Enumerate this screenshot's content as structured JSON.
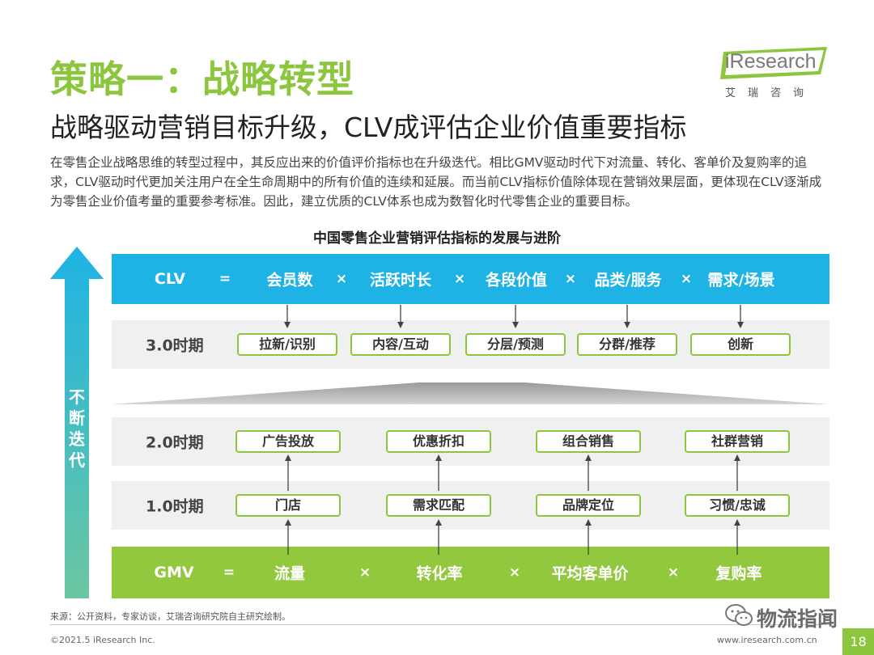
{
  "header": {
    "title": "策略一：战略转型",
    "subtitle": "战略驱动营销目标升级，CLV成评估企业价值重要指标",
    "intro": "在零售企业战略思维的转型过程中，其反应出来的价值评价指标也在升级迭代。相比GMV驱动时代下对流量、转化、客单价及复购率的追求，CLV驱动时代更加关注用户在全生命周期中的所有价值的连续和延展。而当前CLV指标价值除体现在营销效果层面，更体现在CLV逐渐成为零售企业价值考量的重要参考标准。因此，建立优质的CLV体系也成为数智化时代零售企业的重要目标。"
  },
  "logo": {
    "brand": "iResearch",
    "subtitle": "艾瑞咨询",
    "color": "#8cc63f"
  },
  "diagram": {
    "title": "中国零售企业营销评估指标的发展与进阶",
    "arrow_label": "不断迭代",
    "clv": {
      "label": "CLV",
      "equals": "=",
      "times": "×",
      "factors": [
        "会员数",
        "活跃时长",
        "各段价值",
        "品类/服务",
        "需求/场景"
      ],
      "color": "#1eb3e4"
    },
    "period3": {
      "label": "3.0时期",
      "items": [
        "拉新/识别",
        "内容/互动",
        "分层/预测",
        "分群/推荐",
        "创新"
      ]
    },
    "period2": {
      "label": "2.0时期",
      "items": [
        "广告投放",
        "优惠折扣",
        "组合销售",
        "社群营销"
      ]
    },
    "period1": {
      "label": "1.0时期",
      "items": [
        "门店",
        "需求匹配",
        "品牌定位",
        "习惯/忠诚"
      ]
    },
    "gmv": {
      "label": "GMV",
      "equals": "=",
      "times": "×",
      "factors": [
        "流量",
        "转化率",
        "平均客单价",
        "复购率"
      ],
      "color": "#92c83e"
    }
  },
  "footer": {
    "source": "来源：公开资料，专家访谈，艾瑞咨询研究院自主研究绘制。",
    "copyright": "©2021.5 iResearch Inc.",
    "site": "www.iresearch.com.cn",
    "page": "18",
    "watermark": "物流指闻"
  }
}
